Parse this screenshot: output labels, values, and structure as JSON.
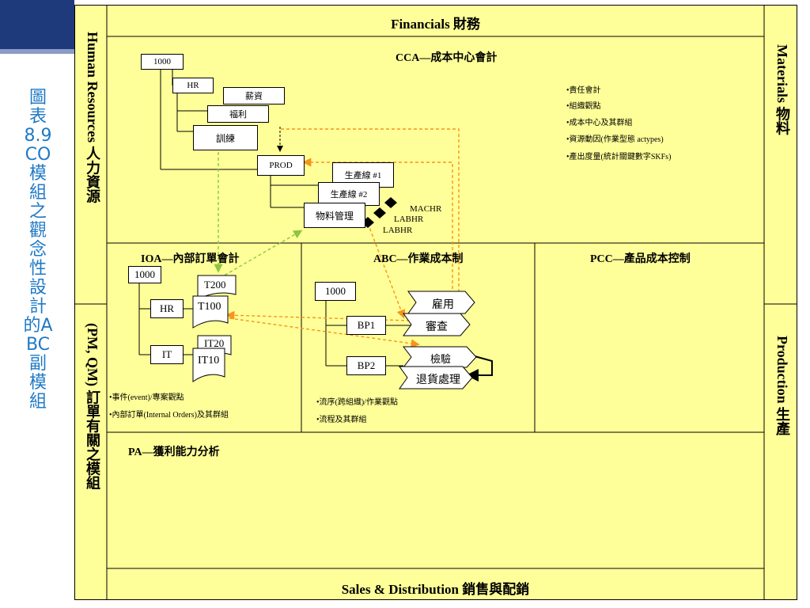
{
  "caption": "圖表8.9 CO模組之觀念性設計的ABC副模組",
  "frame": {
    "top": "Financials 財務",
    "bottom": "Sales & Distribution 銷售與配銷",
    "left_top": "Human Resources 人力資源",
    "left_bottom": "(PM, QM) 訂單有關之模組",
    "right_top": "Materials 物料",
    "right_bottom": "Production 生產"
  },
  "cca": {
    "title": "CCA—成本中心會計",
    "nodes": {
      "root": "1000",
      "hr": "HR",
      "salary": "薪資",
      "welfare": "福利",
      "training": "訓練",
      "prod": "PROD",
      "line1": "生產線 #1",
      "line2": "生產線 #2",
      "material": "物料管理"
    },
    "labels": {
      "machr": "MACHR",
      "labhr1": "LABHR",
      "labhr2": "LABHR"
    },
    "bullets": [
      "•責任會計",
      "•組織觀點",
      "•成本中心及其群組",
      "•資源動因(作業型態 actypes)",
      "•產出度量(統計關鍵數字SKFs)"
    ]
  },
  "ioa": {
    "title": "IOA—內部訂單會計",
    "nodes": {
      "root": "1000",
      "hr": "HR",
      "it": "IT",
      "t200": "T200",
      "t100": "T100",
      "it20": "IT20",
      "it10": "IT10"
    },
    "bullets": [
      "•事件(event)/專案觀點",
      "•內部訂單(Internal Orders)及其群組"
    ]
  },
  "abc": {
    "title": "ABC—作業成本制",
    "nodes": {
      "root": "1000",
      "bp1": "BP1",
      "bp2": "BP2",
      "hire": "雇用",
      "review": "審查",
      "inspect": "檢驗",
      "returns": "退貨處理"
    },
    "bullets": [
      "•流序(跨組織)/作業觀點",
      "•流程及其群組"
    ]
  },
  "pcc": {
    "title": "PCC—產品成本控制"
  },
  "pa": {
    "title": "PA—獲利能力分析"
  },
  "colors": {
    "panel": "#ffff99",
    "caption": "#1f7ac6",
    "green_arrow": "#8dc63f",
    "orange_arrow": "#f7941d",
    "header_bar": "#1f3a7a"
  }
}
